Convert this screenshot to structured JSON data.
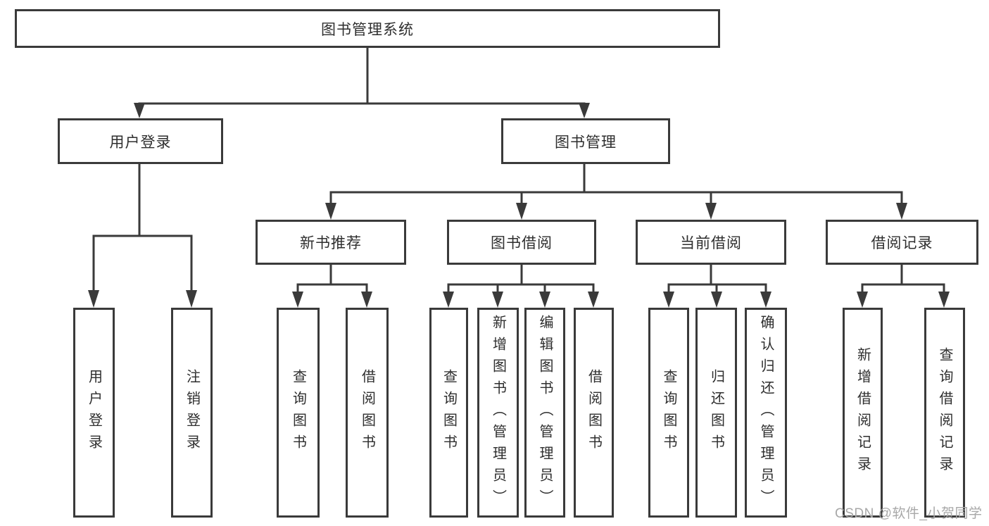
{
  "diagram": {
    "type": "hierarchy-flowchart",
    "colors": {
      "background": "#ffffff",
      "border": "#3a3a3a",
      "line": "#3a3a3a",
      "text": "#2e2e2e",
      "watermark_text": "#a8a8a8"
    },
    "tree": {
      "label": "图书管理系统",
      "children": [
        {
          "label": "用户登录",
          "children": [
            {
              "label": "用户登录"
            },
            {
              "label": "注销登录"
            }
          ]
        },
        {
          "label": "图书管理",
          "children": [
            {
              "label": "新书推荐",
              "children": [
                {
                  "label": "查询图书"
                },
                {
                  "label": "借阅图书"
                }
              ]
            },
            {
              "label": "图书借阅",
              "children": [
                {
                  "label": "查询图书"
                },
                {
                  "label": "新增图书（管理员）"
                },
                {
                  "label": "编辑图书（管理员）"
                },
                {
                  "label": "借阅图书"
                }
              ]
            },
            {
              "label": "当前借阅",
              "children": [
                {
                  "label": "查询图书"
                },
                {
                  "label": "归还图书"
                },
                {
                  "label": "确认归还（管理员）"
                }
              ]
            },
            {
              "label": "借阅记录",
              "children": [
                {
                  "label": "新增借阅记录"
                },
                {
                  "label": "查询借阅记录"
                }
              ]
            }
          ]
        }
      ]
    },
    "watermark": "CSDN @软件_小贺同学"
  }
}
